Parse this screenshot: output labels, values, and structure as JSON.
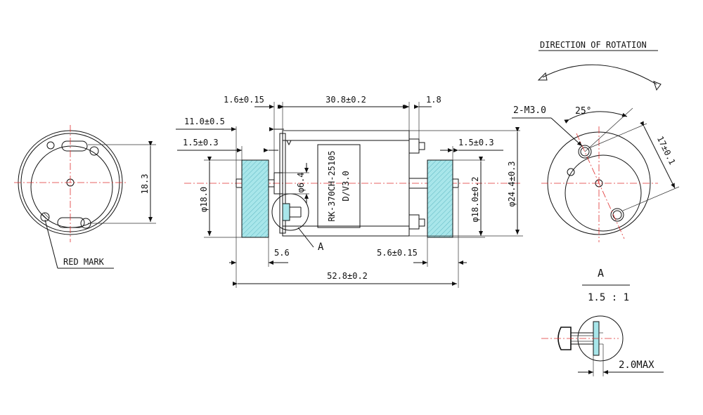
{
  "labels": {
    "direction_of_rotation": "DIRECTION OF ROTATION",
    "red_mark": "RED MARK",
    "screw_spec": "2-M3.0",
    "angle": "25°",
    "pcd": "17±0.1",
    "detail_label": "A",
    "detail_title": "A",
    "scale": "1.5 : 1",
    "max_protrusion": "2.0MAX",
    "model_line1": "RK-370CH-25105",
    "model_line2": "D/V3.0"
  },
  "dimensions": {
    "left_face_height": "18.3",
    "shaft_land": "1.6±0.15",
    "body_length": "30.8±0.2",
    "rear_land": "1.8",
    "front_boss": "11.0±0.5",
    "pulley_left_width": "1.5±0.3",
    "pulley_right_width": "1.5±0.3",
    "pulley_left_dia": "φ18.0",
    "boss_dia": "φ6.4",
    "pulley_right_dia": "φ18.0±0.2",
    "body_dia": "φ24.4±0.3",
    "front_gap": "5.6",
    "rear_gap": "5.6±0.15",
    "overall_length": "52.8±0.2"
  },
  "colors": {
    "line": "#111111",
    "centerline": "#e03030",
    "hatch_fill": "#a8e6ea"
  }
}
